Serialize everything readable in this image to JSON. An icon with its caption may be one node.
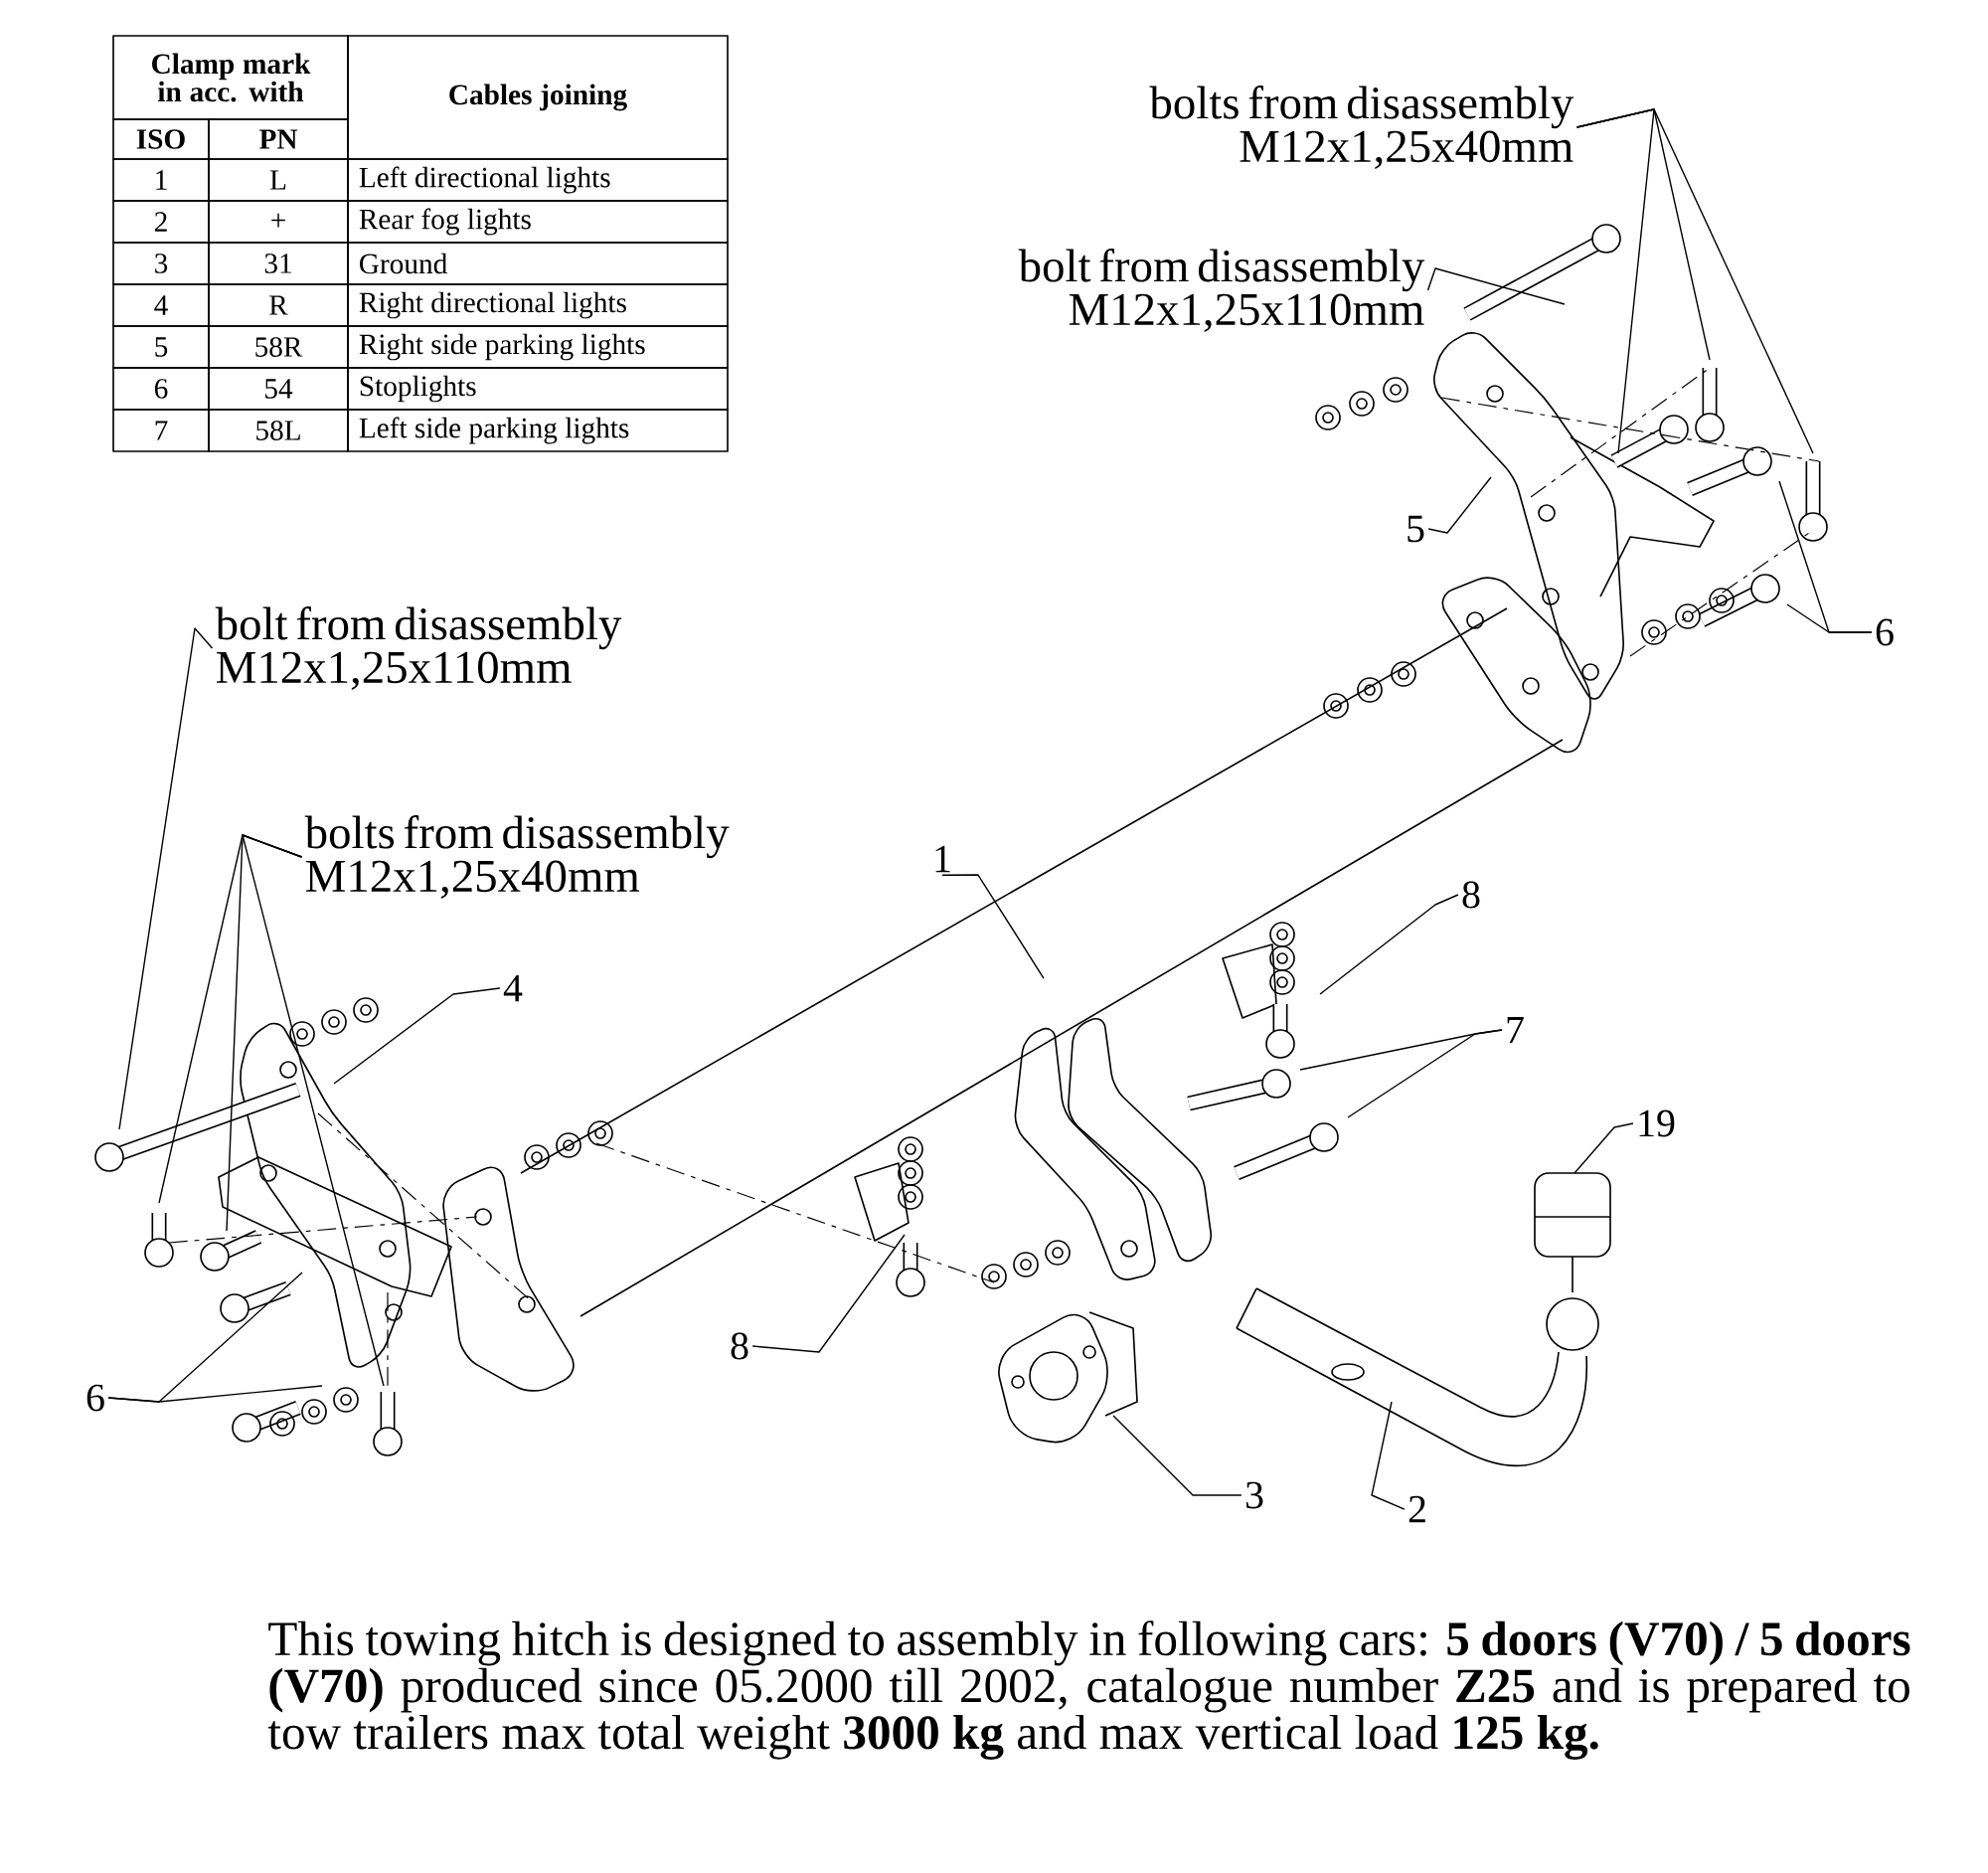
{
  "diagram": {
    "caption": "This towing hitch is designed to assembly in following cars: **5 doors (V70) / 5 doors (V70)** produced since 05.2000 till 2002, catalogue number **Z25** and is prepared to tow trailers max total weight **3000 kg** and max vertical load **125 kg.**",
    "nodes": [
      {
        "text": [
          "bolts from disassembly M12x1,25x40mm"
        ]
      },
      {
        "text": [
          "bolt from disassembly M12x1,25x110mm"
        ]
      },
      {
        "text": [
          "5"
        ]
      },
      {
        "text": [
          "6"
        ]
      },
      {
        "text": [
          "bolt from disassembly M12x1,25x110mm"
        ]
      },
      {
        "text": [
          "bolts from disassembly M12x1,25x40mm"
        ]
      },
      {
        "text": [
          "4"
        ]
      },
      {
        "text": [
          "1"
        ]
      },
      {
        "text": [
          "8"
        ]
      },
      {
        "text": [
          "7"
        ]
      },
      {
        "text": [
          "19"
        ]
      },
      {
        "text": [
          "8"
        ]
      },
      {
        "text": [
          "6"
        ]
      },
      {
        "text": [
          "3"
        ]
      },
      {
        "text": [
          "2"
        ]
      }
    ],
    "edges": [
      {
        "from": 0,
        "to": null,
        "arrow": "none"
      },
      {
        "from": 0,
        "to": null,
        "arrow": "none"
      },
      {
        "from": 0,
        "to": null,
        "arrow": "none"
      },
      {
        "from": 1,
        "to": null,
        "arrow": "none"
      },
      {
        "from": 2,
        "to": null,
        "arrow": "none"
      },
      {
        "from": 3,
        "to": null,
        "arrow": "none"
      },
      {
        "from": 3,
        "to": null,
        "arrow": "none"
      },
      {
        "from": 4,
        "to": null,
        "arrow": "none"
      },
      {
        "from": 5,
        "to": null,
        "arrow": "none"
      },
      {
        "from": 5,
        "to": null,
        "arrow": "none"
      },
      {
        "from": 5,
        "to": null,
        "arrow": "none"
      },
      {
        "from": 6,
        "to": null,
        "arrow": "none"
      },
      {
        "from": 7,
        "to": null,
        "arrow": "none"
      },
      {
        "from": 8,
        "to": null,
        "arrow": "none"
      },
      {
        "from": 9,
        "to": null,
        "arrow": "none"
      },
      {
        "from": 9,
        "to": null,
        "arrow": "none"
      },
      {
        "from": 10,
        "to": null,
        "arrow": "none"
      },
      {
        "from": 11,
        "to": null,
        "arrow": "none"
      },
      {
        "from": 12,
        "to": null,
        "arrow": "none"
      },
      {
        "from": 12,
        "to": null,
        "arrow": "none"
      },
      {
        "from": 13,
        "to": null,
        "arrow": "none"
      },
      {
        "from": 14,
        "to": null,
        "arrow": "none"
      }
    ],
    "labels": [
      "Clamp mark in acc. with",
      "Cables joining",
      "ISO",
      "PN",
      "1",
      "L",
      "Left directional lights",
      "2",
      "+",
      "Rear fog lights",
      "3",
      "31",
      "Ground",
      "4",
      "R",
      "Right directional lights",
      "5",
      "58R",
      "Right side parking lights",
      "6",
      "54",
      "Stoplights",
      "7",
      "58L",
      "Left side parking lights"
    ]
  }
}
